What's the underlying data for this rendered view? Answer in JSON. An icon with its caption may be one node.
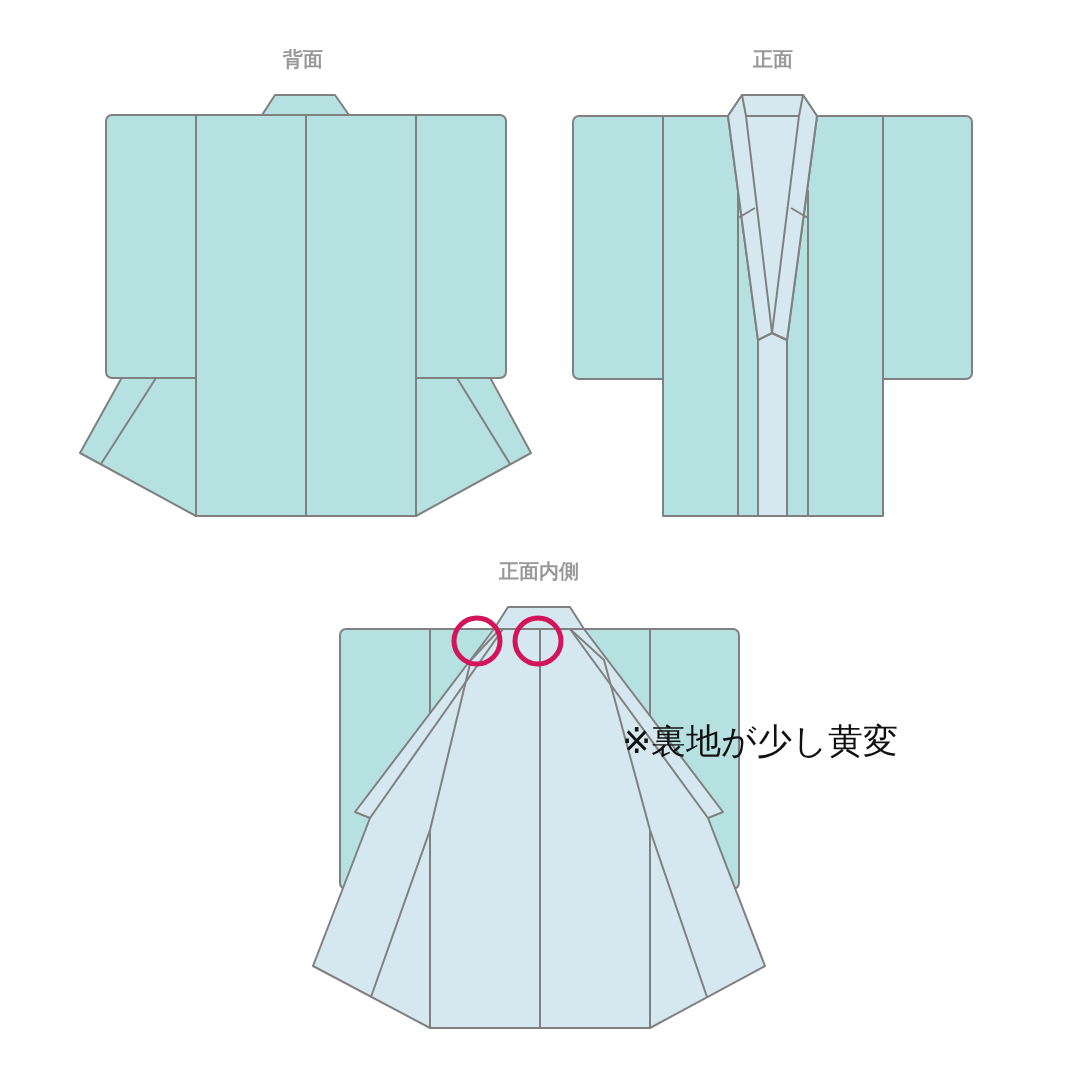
{
  "diagram": {
    "labels": [
      "背面",
      "正面",
      "正面内側",
      "※裏地が少し黄変"
    ]
  }
}
